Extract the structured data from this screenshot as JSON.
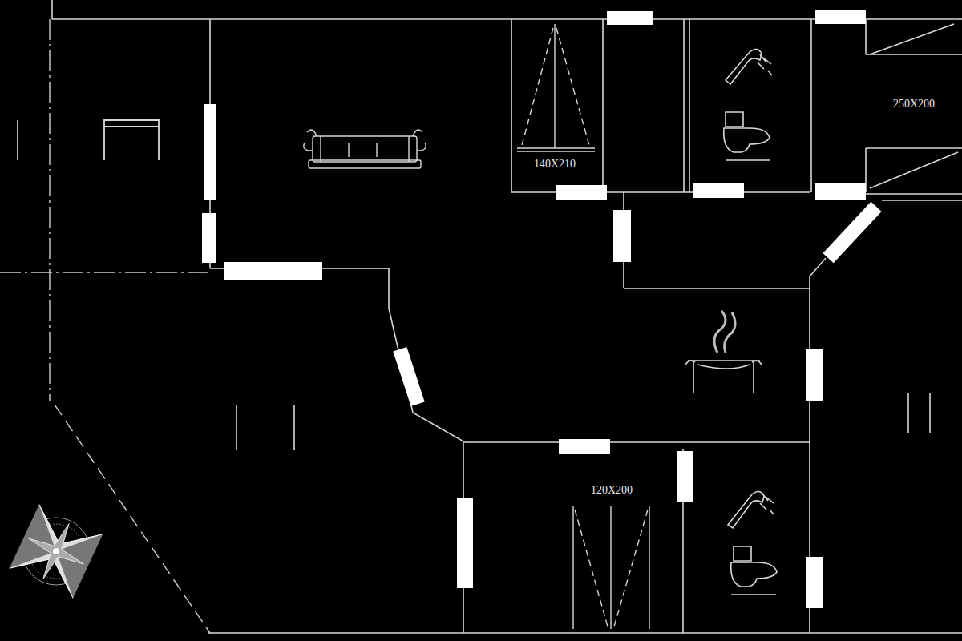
{
  "diagram": {
    "labels": [
      "140X210",
      "250X200",
      "120X200"
    ]
  }
}
